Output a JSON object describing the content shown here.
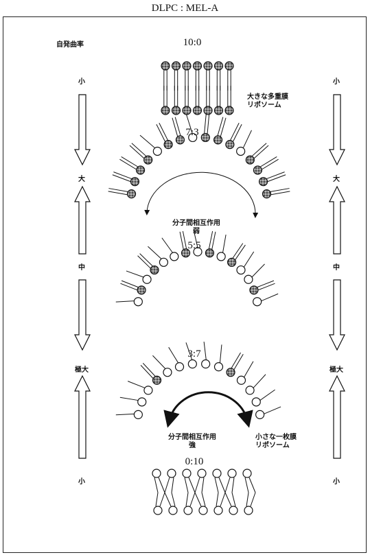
{
  "title": "DLPC : MEL-A",
  "left_header": "自発曲率",
  "ratios": [
    "10:0",
    "7:3",
    "5:5",
    "3:7",
    "0:10"
  ],
  "curvature_levels": [
    "小",
    "大",
    "中",
    "極大",
    "小"
  ],
  "notes": {
    "large_multilamellar": [
      "大きな多重膜",
      "リポソーム"
    ],
    "weak_interaction": [
      "分子間相互作用",
      "弱"
    ],
    "strong_interaction": [
      "分子間相互作用",
      "強"
    ],
    "small_unilamellar": [
      "小さな一枚膜",
      "リポソーム"
    ]
  }
}
